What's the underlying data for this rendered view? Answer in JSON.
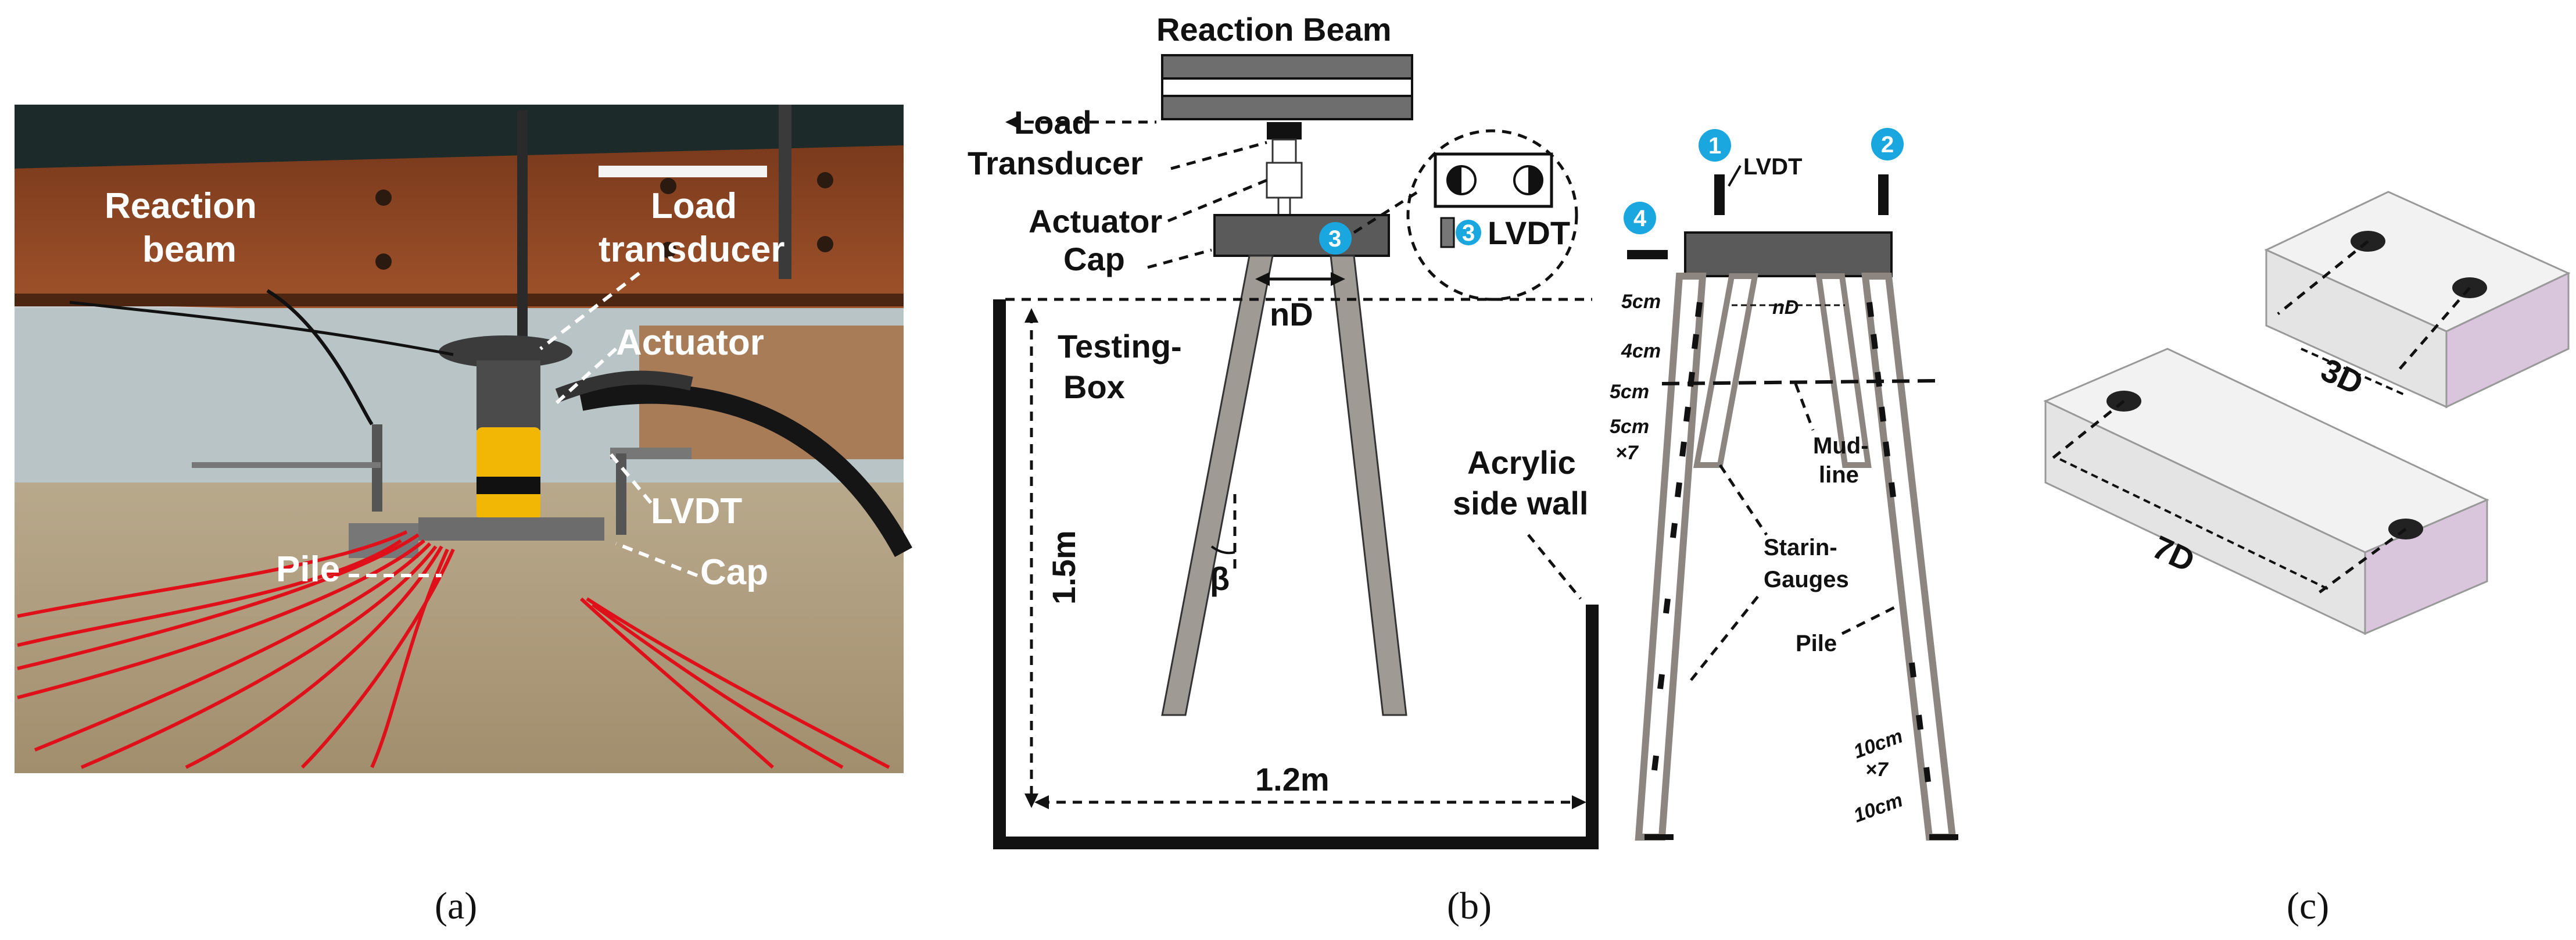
{
  "panel_a": {
    "labels": {
      "reaction_beam_1": "Reaction",
      "reaction_beam_2": "beam",
      "load_transducer_1": "Load",
      "load_transducer_2": "transducer",
      "actuator": "Actuator",
      "lvdt": "LVDT",
      "pile": "Pile",
      "cap": "Cap"
    },
    "caption": "(a)"
  },
  "panel_b": {
    "labels": {
      "reaction_beam": "Reaction Beam",
      "load_transducer_1": "Load",
      "load_transducer_2": "Transducer",
      "actuator": "Actuator",
      "cap": "Cap",
      "lvdt_inset": "LVDT",
      "testing_box_1": "Testing-",
      "testing_box_2": "Box",
      "nd": "nD",
      "beta": "β",
      "height": "1.5m",
      "acrylic_1": "Acrylic",
      "acrylic_2": "side wall",
      "width": "1.2m",
      "lvdt_top": "LVDT",
      "nd_small": "nD",
      "dim_5cm_a": "5cm",
      "dim_4cm": "4cm",
      "dim_5cm_b": "5cm",
      "dim_5cm_c": "5cm",
      "dim_x7_a": "×7",
      "mud_1": "Mud-",
      "mud_2": "line",
      "strain_1": "Starin-",
      "strain_2": "Gauges",
      "pile": "Pile",
      "dim_10cm_a": "10cm",
      "dim_x7_b": "×7",
      "dim_10cm_b": "10cm"
    },
    "badges": [
      "1",
      "2",
      "3",
      "4"
    ],
    "caption": "(b)"
  },
  "panel_c": {
    "labels": {
      "three_d": "3D",
      "seven_d": "7D"
    },
    "caption": "(c)"
  },
  "colors": {
    "badge": "#1aa7e0",
    "cap_grey": "#5a5a5a",
    "pile_grey": "#a09a94",
    "wire_red": "#e0101a",
    "block_pink": "#d9c6dd"
  }
}
